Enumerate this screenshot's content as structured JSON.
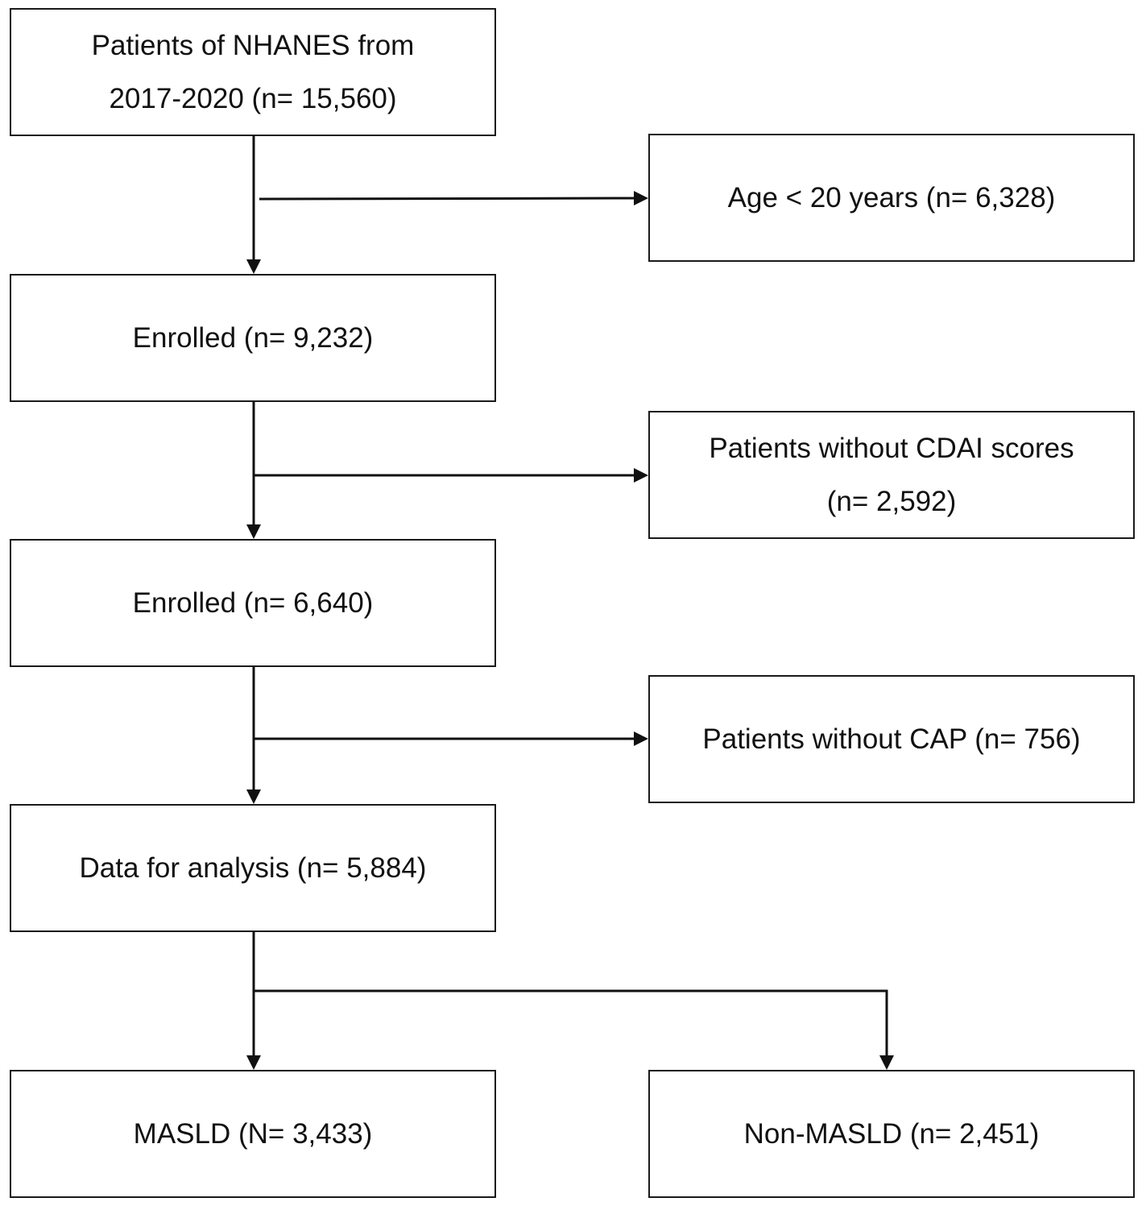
{
  "boxes": {
    "start": {
      "line1": "Patients of NHANES from",
      "line2": "2017-2020 (n= 15,560)"
    },
    "exclude_age": {
      "line1": "Age < 20 years (n= 6,328)"
    },
    "enrolled_1": {
      "line1": "Enrolled (n= 9,232)"
    },
    "exclude_cdai": {
      "line1": "Patients without CDAI scores",
      "line2": "(n= 2,592)"
    },
    "enrolled_2": {
      "line1": "Enrolled (n= 6,640)"
    },
    "exclude_cap": {
      "line1": "Patients without CAP (n= 756)"
    },
    "analysis": {
      "line1": "Data for analysis (n= 5,884)"
    },
    "masld": {
      "line1": "MASLD (N= 3,433)"
    },
    "non_masld": {
      "line1": "Non-MASLD (n= 2,451)"
    }
  }
}
